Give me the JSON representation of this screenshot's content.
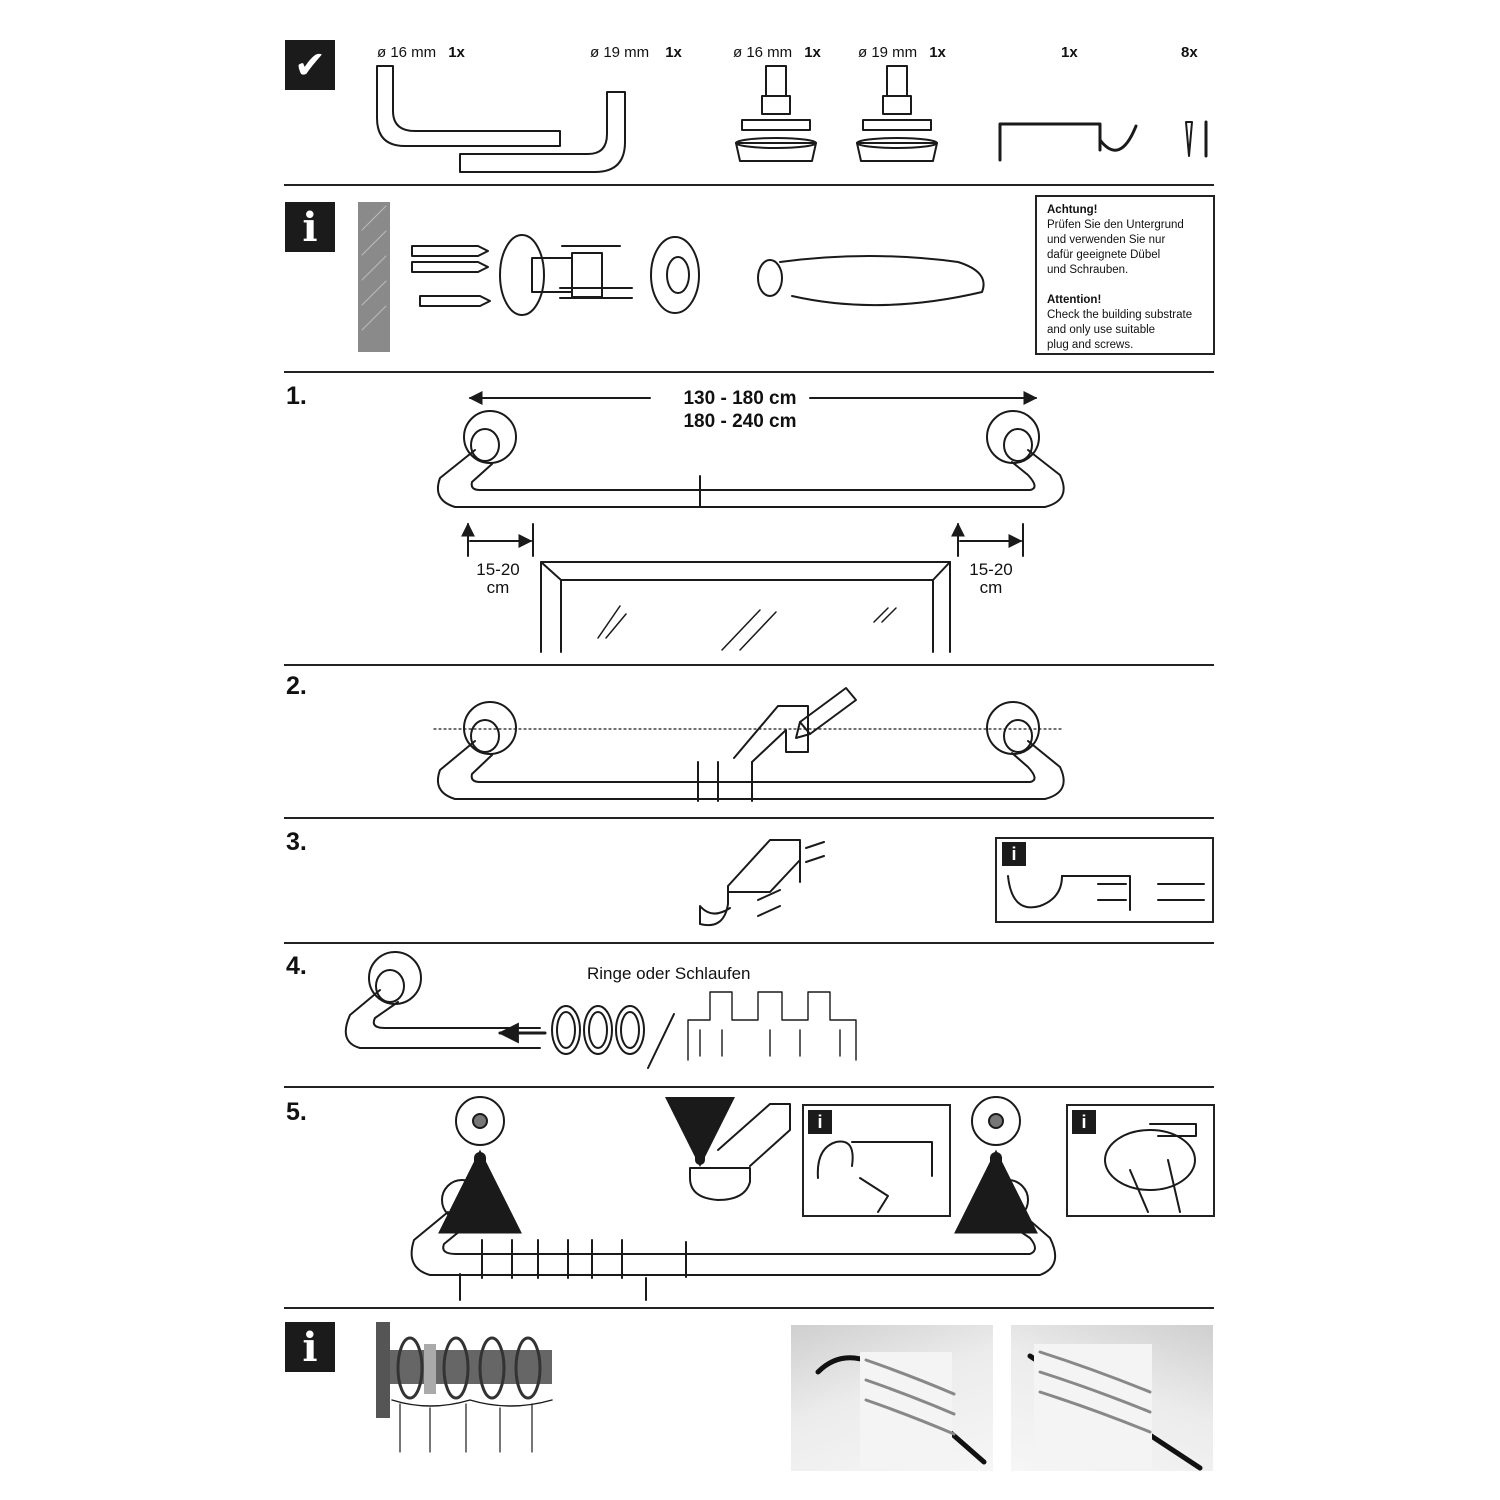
{
  "parts": {
    "bracket_a_label": "ø 16 mm",
    "bracket_a_qty": "1x",
    "bracket_b_label": "ø 19 mm",
    "bracket_b_qty": "1x",
    "cap_a_label": "ø 16 mm",
    "cap_a_qty": "1x",
    "cap_b_label": "ø 19 mm",
    "cap_b_qty": "1x",
    "support_qty": "1x",
    "screws_qty": "8x"
  },
  "info_note": {
    "de_title": "Achtung!",
    "de_lines": [
      "Prüfen Sie den Untergrund",
      "und verwenden Sie nur",
      "dafür geeignete Dübel",
      "und Schrauben."
    ],
    "en_title": "Attention!",
    "en_lines": [
      "Check the building substrate",
      "and only use suitable",
      "plug and screws."
    ]
  },
  "steps": {
    "s1": "1.",
    "s2": "2.",
    "s3": "3.",
    "s4": "4.",
    "s5": "5."
  },
  "step1": {
    "length_a": "130 - 180 cm",
    "length_b": "180 - 240 cm",
    "offset_left": "15-20",
    "offset_left_unit": "cm",
    "offset_right": "15-20",
    "offset_right_unit": "cm"
  },
  "step4": {
    "caption": "Ringe oder Schlaufen"
  },
  "icons": {
    "check": "checkmark-icon",
    "info": "info-icon"
  }
}
